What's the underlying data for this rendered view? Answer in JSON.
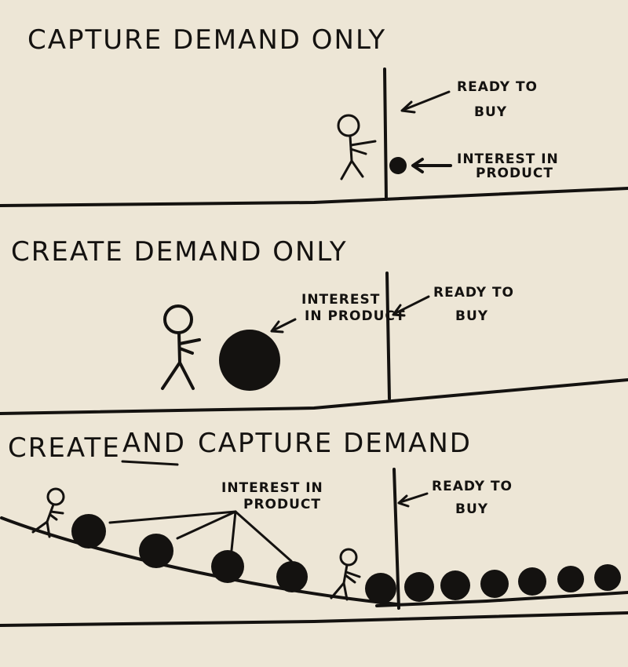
{
  "panels": [
    {
      "title": "CAPTURE DEMAND ONLY",
      "ready_label": [
        "READY TO",
        "BUY"
      ],
      "interest_label": [
        "INTEREST IN",
        "PRODUCT"
      ]
    },
    {
      "title": "CREATE DEMAND ONLY",
      "interest_label": [
        "INTEREST",
        "IN PRODUCT"
      ],
      "ready_label": [
        "READY TO",
        "BUY"
      ]
    },
    {
      "title": "CREATE AND CAPTURE DEMAND",
      "title_parts": [
        "CREATE",
        "AND",
        "CAPTURE DEMAND"
      ],
      "interest_label": [
        "INTEREST IN",
        "PRODUCT"
      ],
      "ready_label": [
        "READY TO",
        "BUY"
      ]
    }
  ],
  "colors": {
    "paper": "#ede6d6",
    "ink": "#141210"
  }
}
